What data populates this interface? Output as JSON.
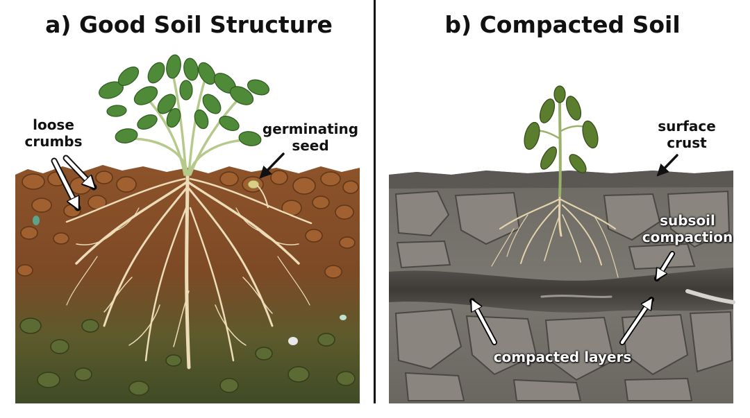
{
  "panels": {
    "a": {
      "title": "a) Good Soil Structure",
      "labels": {
        "loose_crumbs": [
          "loose",
          "crumbs"
        ],
        "germinating_seed": [
          "germinating",
          "seed"
        ]
      }
    },
    "b": {
      "title": "b) Compacted Soil",
      "labels": {
        "surface_crust": [
          "surface",
          "crust"
        ],
        "subsoil_compaction": [
          "subsoil",
          "compaction"
        ],
        "compacted_layers": "compacted layers"
      }
    }
  },
  "colors": {
    "topsoil": "#8a5029",
    "subsoil_green": "#4e5a2c",
    "roots": "#ecdcb8",
    "leaves": "#4e8a37",
    "compacted": "#77736d",
    "compacted_dark": "#4e4b47"
  }
}
